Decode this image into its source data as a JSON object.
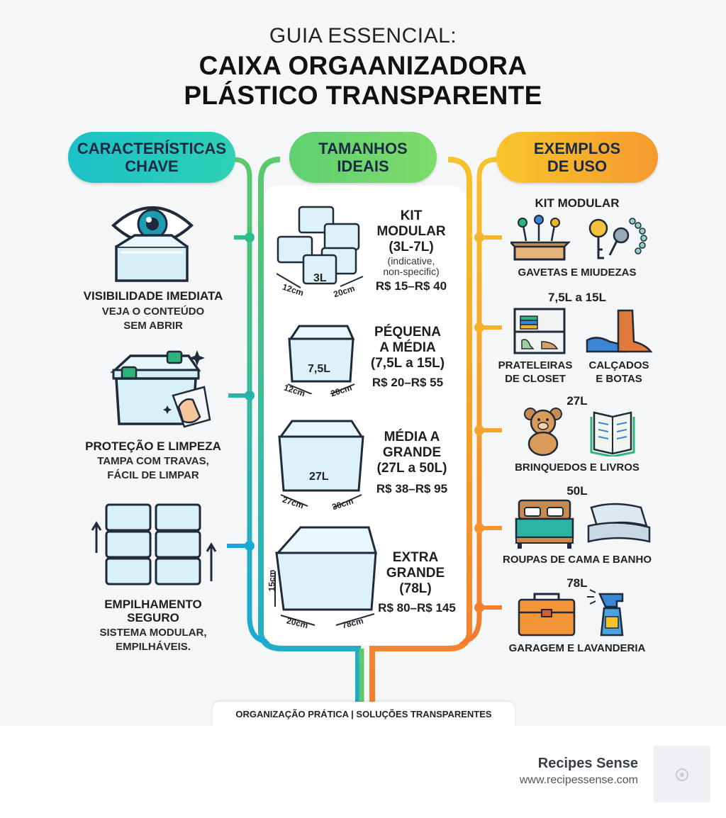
{
  "header": {
    "pretitle": "GUIA ESSENCIAL:",
    "title_line1": "CAIXA ORGAANIZADORA",
    "title_line2": "PLÁSTICO TRANSPARENTE"
  },
  "columns": {
    "features": {
      "title_line1": "CARACTERÍSTICAS",
      "title_line2": "CHAVE",
      "items": [
        {
          "title": "VISIBILIDADE IMEDIATA",
          "sub1": "VEJA O CONTEÚDO",
          "sub2": "SEM ABRIR"
        },
        {
          "title": "PROTEÇÃO E LIMPEZA",
          "sub1": "TAMPA COM TRAVAS,",
          "sub2": "FÁCIL DE LIMPAR"
        },
        {
          "title1": "EMPILHAMENTO",
          "title2": "SEGURO",
          "sub1": "SISTEMA MODULAR,",
          "sub2": "EMPILHÁVEIS."
        }
      ]
    },
    "sizes": {
      "title_line1": "TAMANHOS",
      "title_line2": "IDEAIS",
      "items": [
        {
          "name1": "KIT",
          "name2": "MODULAR",
          "name3": "(3L-7L)",
          "note1": "(indicative,",
          "note2": "non-specific)",
          "price": "R$ 15–R$ 40",
          "vol": "3L",
          "dim_a": "12cm",
          "dim_b": "20cm"
        },
        {
          "name1": "PÉQUENA",
          "name2": "A MÉDIA",
          "name3": "(7,5L a 15L)",
          "price": "R$ 20–R$ 55",
          "vol": "7,5L",
          "dim_a": "12cm",
          "dim_b": "20cm"
        },
        {
          "name1": "MÉDIA A",
          "name2": "GRANDE",
          "name3": "(27L a 50L)",
          "price": "R$ 38–R$ 95",
          "vol": "27L",
          "dim_a": "27cm",
          "dim_b": "30cm"
        },
        {
          "name1": "EXTRA",
          "name2": "GRANDE",
          "name3": "(78L)",
          "price": "R$ 80–R$ 145",
          "dim_a": "20cm",
          "dim_b": "78cm",
          "dim_h": "15cm"
        }
      ]
    },
    "examples": {
      "title_line1": "EXEMPLOS",
      "title_line2": "DE USO",
      "items": [
        {
          "head": "KIT MODULAR",
          "label": "GAVETAS E MIUDEZAS"
        },
        {
          "head": "7,5L a 15L",
          "label_a1": "PRATELEIRAS",
          "label_a2": "DE CLOSET",
          "label_b1": "CALÇADOS",
          "label_b2": "E BOTAS"
        },
        {
          "head": "27L",
          "label": "BRINQUEDOS E LIVROS"
        },
        {
          "head": "50L",
          "label": "ROUPAS DE CAMA E BANHO"
        },
        {
          "head": "78L",
          "label": "GARAGEM E LAVANDERIA"
        }
      ]
    }
  },
  "footer": "ORGANIZAÇÃO PRÁTICA | SOLUÇÕES TRANSPARENTES",
  "brand": {
    "name": "Recipes Sense",
    "url": "www.recipessense.com"
  },
  "colors": {
    "teal": "#1fb5c4",
    "green": "#5cc96a",
    "orange": "#f48a2e",
    "yellow": "#f7c22a",
    "ink": "#1b2a44"
  }
}
